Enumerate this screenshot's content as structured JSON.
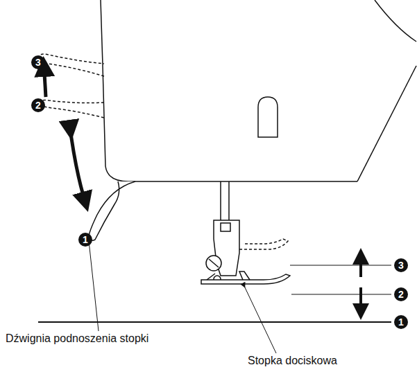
{
  "diagram": {
    "labels": [
      "3",
      "2",
      "1",
      "3",
      "2",
      "1",
      "Dźwignia podnoszenia stopki",
      "Stopka dociskowa"
    ]
  }
}
